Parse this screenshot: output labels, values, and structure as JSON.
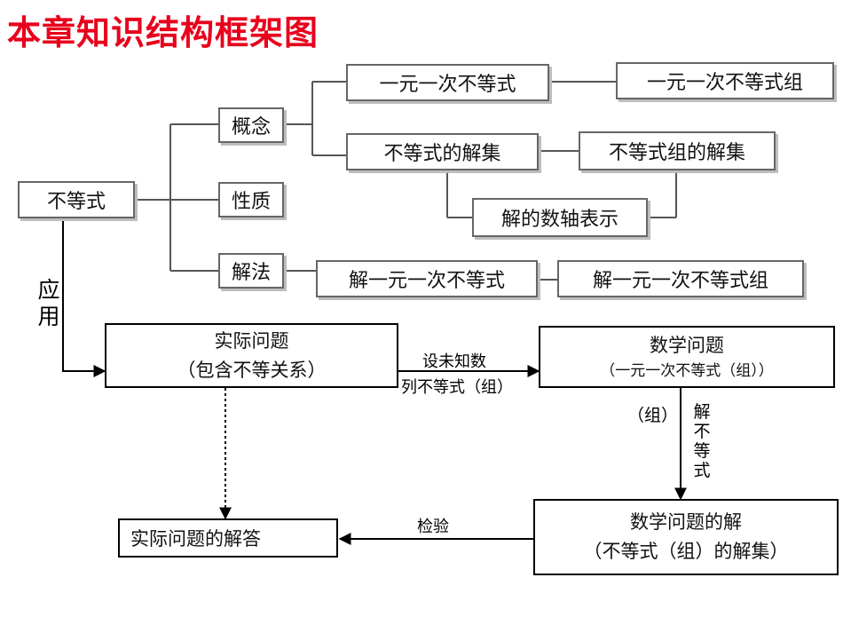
{
  "title": "本章知识结构框架图",
  "tree": {
    "root": "不等式",
    "concept": "概念",
    "property": "性质",
    "method": "解法",
    "ineq1": "一元一次不等式",
    "ineq_group": "一元一次不等式组",
    "solution_set": "不等式的解集",
    "group_solution_set": "不等式组的解集",
    "number_line": "解的数轴表示",
    "solve1": "解一元一次不等式",
    "solve_group": "解一元一次不等式组"
  },
  "flow": {
    "apply": "应用",
    "real_problem": "实际问题",
    "real_problem_sub": "（包含不等关系）",
    "set_unknown": "设未知数",
    "list_ineq": "列不等式（组）",
    "math_problem": "数学问题",
    "math_problem_sub": "（一元一次不等式（组））",
    "solve_ineq": "解不等式",
    "group_note": "（组）",
    "math_solution": "数学问题的解",
    "math_solution_sub": "（不等式（组）的解集）",
    "check": "检验",
    "real_answer": "实际问题的解答"
  },
  "colors": {
    "title": "#e8001c",
    "tree_line": "#555555",
    "flow_line": "#000000"
  }
}
